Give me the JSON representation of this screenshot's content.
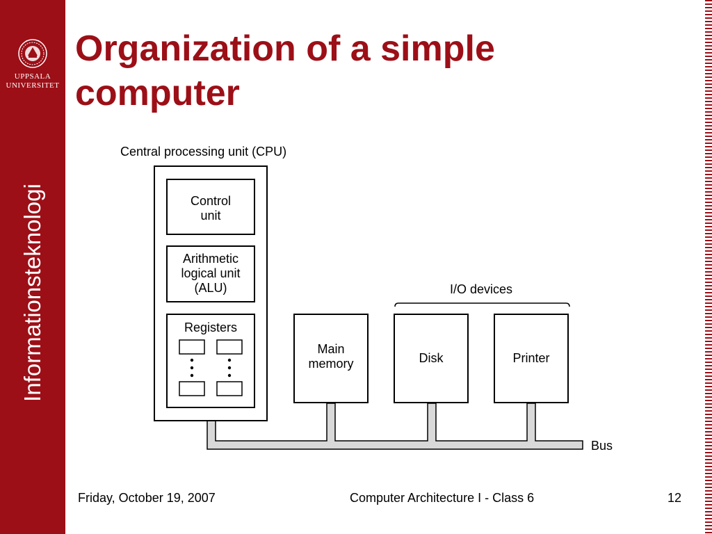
{
  "sidebar": {
    "university_line1": "UPPSALA",
    "university_line2": "UNIVERSITET",
    "department": "Informationsteknologi",
    "logo_icon": "university-seal-icon",
    "accent_color": "#9c0f17"
  },
  "slide": {
    "title_line1": "Organization of a simple",
    "title_line2": "computer"
  },
  "diagram": {
    "cpu_label": "Central processing unit (CPU)",
    "control_unit_line1": "Control",
    "control_unit_line2": "unit",
    "alu_line1": "Arithmetic",
    "alu_line2": "logical unit",
    "alu_line3": "(ALU)",
    "registers_label": "Registers",
    "main_memory_line1": "Main",
    "main_memory_line2": "memory",
    "io_devices_label": "I/O devices",
    "disk_label": "Disk",
    "printer_label": "Printer",
    "bus_label": "Bus"
  },
  "footer": {
    "date": "Friday, October 19, 2007",
    "course": "Computer Architecture I - Class 6",
    "page_number": "12"
  }
}
